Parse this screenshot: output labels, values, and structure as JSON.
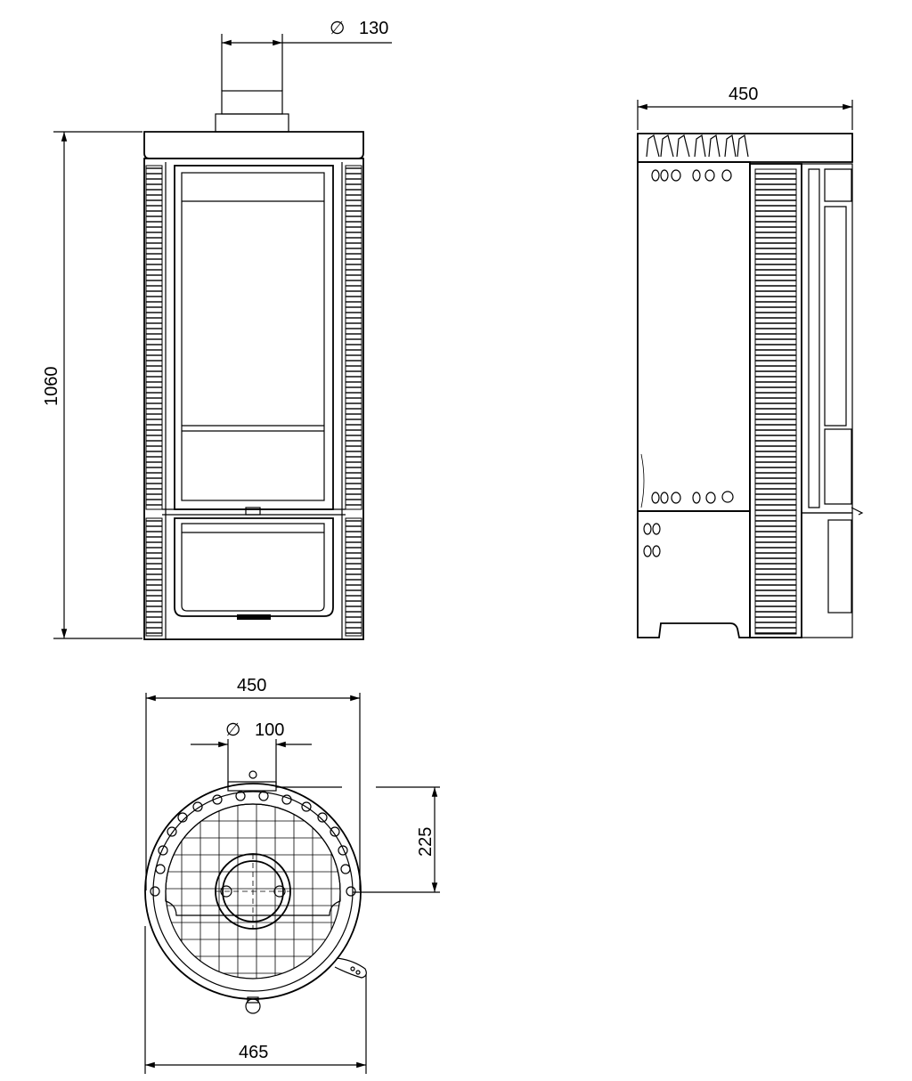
{
  "dimensions": {
    "flue_front_diameter": "130",
    "height": "1060",
    "side_depth": "450",
    "top_width": "450",
    "flue_top_diameter": "100",
    "flue_offset": "225",
    "bottom_width": "465"
  },
  "diameter_symbol": "∅"
}
